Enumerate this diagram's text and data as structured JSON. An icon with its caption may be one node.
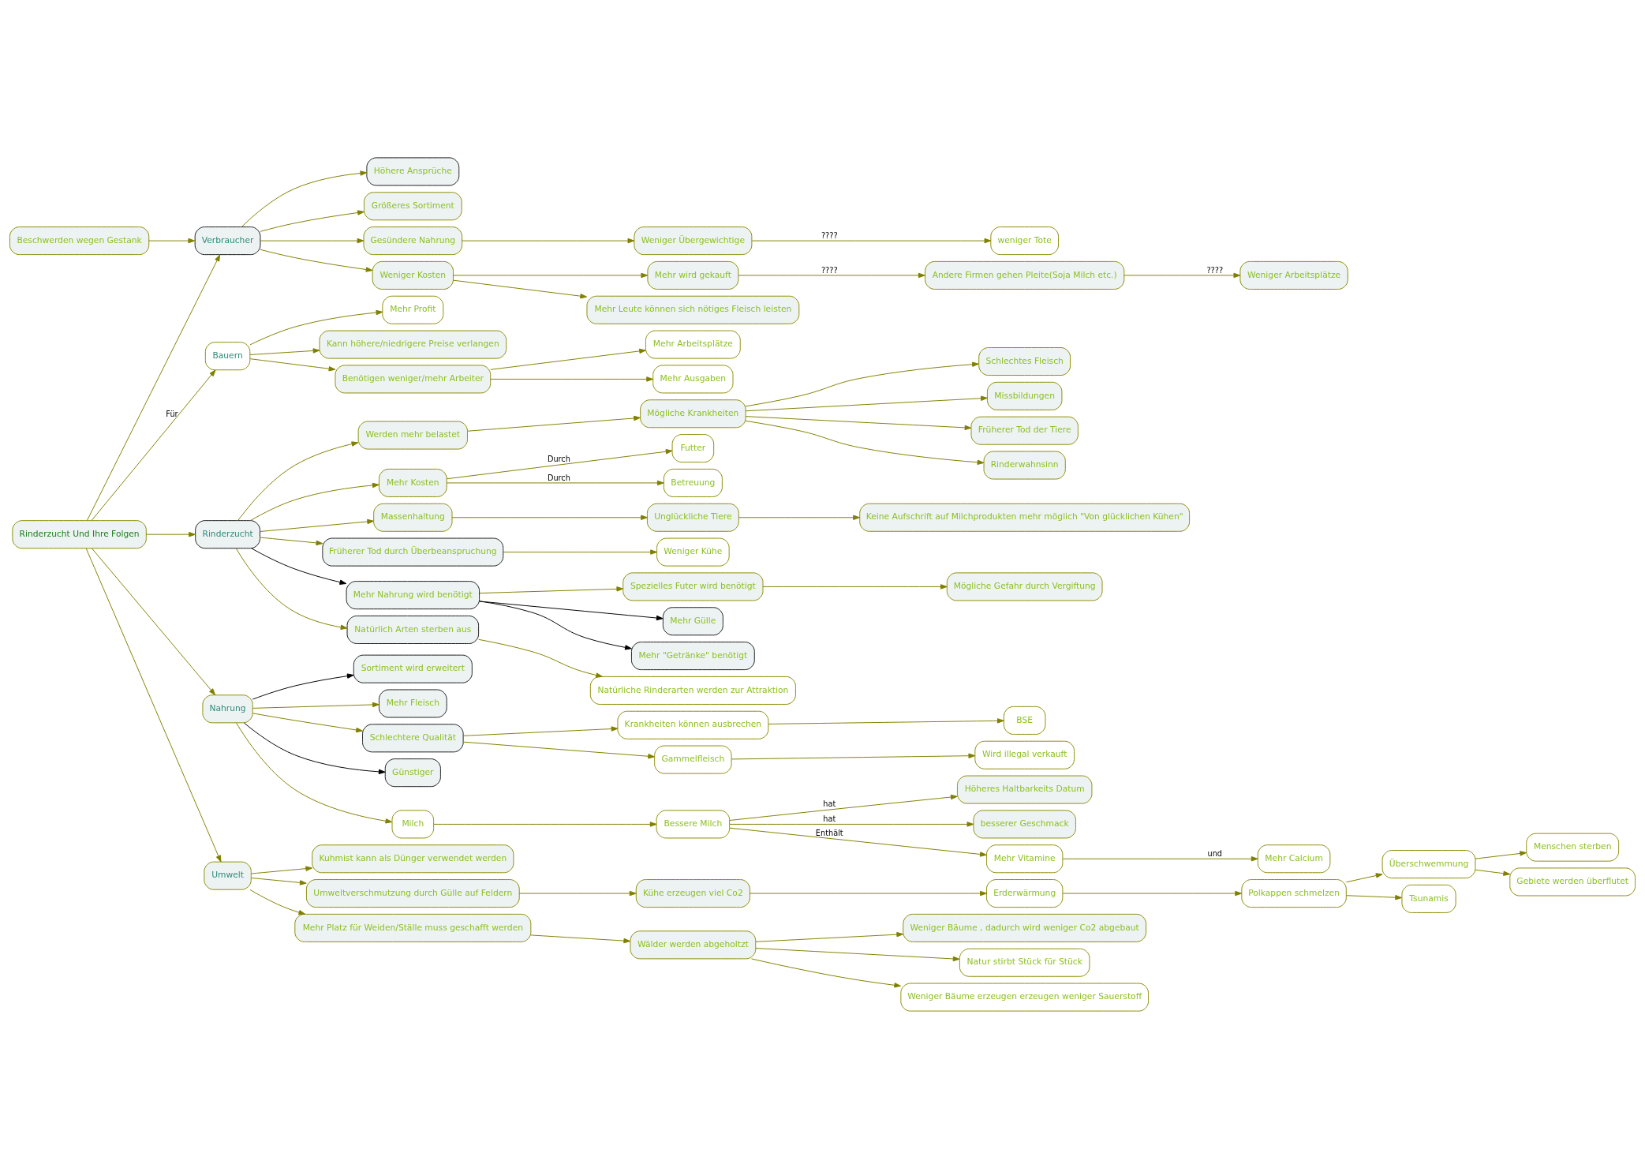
{
  "diagram": {
    "nodes": [
      {
        "text": [
          "Rinderzucht Und Ihre Folgen"
        ]
      },
      {
        "text": [
          "Verbraucher"
        ]
      },
      {
        "text": [
          "Bauern"
        ]
      },
      {
        "text": [
          "Rinderzucht"
        ]
      },
      {
        "text": [
          "Nahrung"
        ]
      },
      {
        "text": [
          "Umwelt"
        ]
      },
      {
        "text": [
          "Höhere Ansprüche"
        ]
      },
      {
        "text": [
          "Größeres Sortiment"
        ]
      },
      {
        "text": [
          "Gesündere Nahrung"
        ]
      },
      {
        "text": [
          "Weniger Kosten"
        ]
      },
      {
        "text": [
          "Beschwerden wegen Gestank"
        ]
      },
      {
        "text": [
          "Weniger Übergewichtige"
        ]
      },
      {
        "text": [
          "Mehr wird gekauft"
        ]
      },
      {
        "text": [
          "Mehr Leute können sich nötiges Fleisch leisten"
        ]
      },
      {
        "text": [
          "weniger Tote"
        ]
      },
      {
        "text": [
          "Andere Firmen gehen Pleite(Soja Milch etc.)"
        ]
      },
      {
        "text": [
          "Weniger Arbeitsplätze"
        ]
      },
      {
        "text": [
          "Mehr Profit"
        ]
      },
      {
        "text": [
          "Kann höhere/niedrigere Preise verlangen"
        ]
      },
      {
        "text": [
          "Benötigen weniger/mehr Arbeiter"
        ]
      },
      {
        "text": [
          "Mehr Arbeitsplätze"
        ]
      },
      {
        "text": [
          "Mehr Ausgaben"
        ]
      },
      {
        "text": [
          "Werden mehr belastet"
        ]
      },
      {
        "text": [
          "Mögliche Krankheiten"
        ]
      },
      {
        "text": [
          "Schlechtes Fleisch"
        ]
      },
      {
        "text": [
          "Missbildungen"
        ]
      },
      {
        "text": [
          "Früherer Tod der Tiere"
        ]
      },
      {
        "text": [
          "Rinderwahnsinn"
        ]
      },
      {
        "text": [
          "Mehr Kosten"
        ]
      },
      {
        "text": [
          "Futter"
        ]
      },
      {
        "text": [
          "Betreuung"
        ]
      },
      {
        "text": [
          "Massenhaltung"
        ]
      },
      {
        "text": [
          "Unglückliche Tiere"
        ]
      },
      {
        "text": [
          "Keine Aufschrift auf Milchprodukten mehr möglich \"Von glücklichen Kühen\""
        ]
      },
      {
        "text": [
          "Früherer Tod durch Überbeanspruchung"
        ]
      },
      {
        "text": [
          "Weniger Kühe"
        ]
      },
      {
        "text": [
          "Mehr Nahrung wird benötigt"
        ]
      },
      {
        "text": [
          "Spezielles Futer wird benötigt"
        ]
      },
      {
        "text": [
          "Mögliche Gefahr durch Vergiftung"
        ]
      },
      {
        "text": [
          "Mehr Gülle"
        ]
      },
      {
        "text": [
          "Mehr \"Getränke\" benötigt"
        ]
      },
      {
        "text": [
          "Natürlich Arten sterben aus"
        ]
      },
      {
        "text": [
          "Natürliche Rinderarten werden zur Attraktion"
        ]
      },
      {
        "text": [
          "Sortiment wird erweitert"
        ]
      },
      {
        "text": [
          "Mehr Fleisch"
        ]
      },
      {
        "text": [
          "Schlechtere Qualität"
        ]
      },
      {
        "text": [
          "Krankheiten können ausbrechen"
        ]
      },
      {
        "text": [
          "BSE"
        ]
      },
      {
        "text": [
          "Gammelfleisch"
        ]
      },
      {
        "text": [
          "Wird illegal verkauft"
        ]
      },
      {
        "text": [
          "Günstiger"
        ]
      },
      {
        "text": [
          "Milch"
        ]
      },
      {
        "text": [
          "Bessere Milch"
        ]
      },
      {
        "text": [
          "Höheres Haltbarkeits Datum"
        ]
      },
      {
        "text": [
          "besserer Geschmack"
        ]
      },
      {
        "text": [
          "Mehr Vitamine"
        ]
      },
      {
        "text": [
          "Mehr Calcium"
        ]
      },
      {
        "text": [
          "Kuhmist kann als Dünger verwendet werden"
        ]
      },
      {
        "text": [
          "Umweltverschmutzung durch Gülle auf Feldern"
        ]
      },
      {
        "text": [
          "Kühe erzeugen viel Co2"
        ]
      },
      {
        "text": [
          "Erderwärmung"
        ]
      },
      {
        "text": [
          "Polkappen schmelzen"
        ]
      },
      {
        "text": [
          "Überschwemmung"
        ]
      },
      {
        "text": [
          "Menschen sterben"
        ]
      },
      {
        "text": [
          "Gebiete werden überflutet"
        ]
      },
      {
        "text": [
          "Tsunamis"
        ]
      },
      {
        "text": [
          "Mehr Platz für Weiden/Ställe muss geschafft werden"
        ]
      },
      {
        "text": [
          "Wälder werden abgeholtzt"
        ]
      },
      {
        "text": [
          "Weniger Bäume , dadurch wird weniger Co2 abgebaut"
        ]
      },
      {
        "text": [
          "Natur stirbt Stück für Stück"
        ]
      },
      {
        "text": [
          "Weniger Bäume erzeugen erzeugen weniger Sauerstoff"
        ]
      }
    ],
    "edges": [
      {
        "from": 0,
        "to": 1,
        "arrow": "to"
      },
      {
        "from": 0,
        "to": 2,
        "arrow": "to",
        "label": "Für"
      },
      {
        "from": 0,
        "to": 3,
        "arrow": "to"
      },
      {
        "from": 0,
        "to": 4,
        "arrow": "to"
      },
      {
        "from": 0,
        "to": 5,
        "arrow": "to"
      },
      {
        "from": 1,
        "to": 6,
        "arrow": "to"
      },
      {
        "from": 1,
        "to": 7,
        "arrow": "to"
      },
      {
        "from": 1,
        "to": 8,
        "arrow": "to"
      },
      {
        "from": 1,
        "to": 9,
        "arrow": "to"
      },
      {
        "from": 10,
        "to": 1,
        "arrow": "to"
      },
      {
        "from": 8,
        "to": 11,
        "arrow": "to"
      },
      {
        "from": 9,
        "to": 12,
        "arrow": "to"
      },
      {
        "from": 9,
        "to": 13,
        "arrow": "to"
      },
      {
        "from": 11,
        "to": 14,
        "arrow": "to",
        "label": "????"
      },
      {
        "from": 12,
        "to": 15,
        "arrow": "to",
        "label": "????"
      },
      {
        "from": 15,
        "to": 16,
        "arrow": "to",
        "label": "????"
      },
      {
        "from": 2,
        "to": 17,
        "arrow": "to"
      },
      {
        "from": 2,
        "to": 18,
        "arrow": "to"
      },
      {
        "from": 2,
        "to": 19,
        "arrow": "to"
      },
      {
        "from": 19,
        "to": 20,
        "arrow": "to"
      },
      {
        "from": 19,
        "to": 21,
        "arrow": "to"
      },
      {
        "from": 3,
        "to": 22,
        "arrow": "to"
      },
      {
        "from": 3,
        "to": 28,
        "arrow": "to"
      },
      {
        "from": 3,
        "to": 31,
        "arrow": "to"
      },
      {
        "from": 3,
        "to": 34,
        "arrow": "to"
      },
      {
        "from": 3,
        "to": 36,
        "arrow": "to",
        "color": "#000000"
      },
      {
        "from": 3,
        "to": 41,
        "arrow": "to"
      },
      {
        "from": 22,
        "to": 23,
        "arrow": "to"
      },
      {
        "from": 23,
        "to": 24,
        "arrow": "to"
      },
      {
        "from": 23,
        "to": 25,
        "arrow": "to"
      },
      {
        "from": 23,
        "to": 26,
        "arrow": "to"
      },
      {
        "from": 23,
        "to": 27,
        "arrow": "to"
      },
      {
        "from": 28,
        "to": 29,
        "arrow": "to",
        "label": "Durch"
      },
      {
        "from": 28,
        "to": 30,
        "arrow": "to",
        "label": "Durch"
      },
      {
        "from": 31,
        "to": 32,
        "arrow": "to"
      },
      {
        "from": 32,
        "to": 33,
        "arrow": "to"
      },
      {
        "from": 34,
        "to": 35,
        "arrow": "to"
      },
      {
        "from": 36,
        "to": 37,
        "arrow": "to"
      },
      {
        "from": 36,
        "to": 39,
        "arrow": "to",
        "color": "#000000"
      },
      {
        "from": 36,
        "to": 40,
        "arrow": "to",
        "color": "#000000"
      },
      {
        "from": 37,
        "to": 38,
        "arrow": "to"
      },
      {
        "from": 41,
        "to": 42,
        "arrow": "to"
      },
      {
        "from": 4,
        "to": 43,
        "arrow": "to",
        "color": "#000000"
      },
      {
        "from": 4,
        "to": 44,
        "arrow": "to"
      },
      {
        "from": 4,
        "to": 45,
        "arrow": "to"
      },
      {
        "from": 4,
        "to": 50,
        "arrow": "to",
        "color": "#000000"
      },
      {
        "from": 4,
        "to": 51,
        "arrow": "to"
      },
      {
        "from": 45,
        "to": 46,
        "arrow": "to"
      },
      {
        "from": 45,
        "to": 48,
        "arrow": "to"
      },
      {
        "from": 46,
        "to": 47,
        "arrow": "to"
      },
      {
        "from": 48,
        "to": 49,
        "arrow": "to"
      },
      {
        "from": 51,
        "to": 52,
        "arrow": "to"
      },
      {
        "from": 52,
        "to": 53,
        "arrow": "to",
        "label": "hat"
      },
      {
        "from": 52,
        "to": 54,
        "arrow": "to",
        "label": "hat"
      },
      {
        "from": 52,
        "to": 55,
        "arrow": "to",
        "label": "Enthält"
      },
      {
        "from": 55,
        "to": 56,
        "arrow": "to",
        "label": "und"
      },
      {
        "from": 5,
        "to": 57,
        "arrow": "to"
      },
      {
        "from": 5,
        "to": 58,
        "arrow": "to"
      },
      {
        "from": 5,
        "to": 66,
        "arrow": "to"
      },
      {
        "from": 58,
        "to": 59,
        "arrow": "to"
      },
      {
        "from": 59,
        "to": 60,
        "arrow": "to"
      },
      {
        "from": 60,
        "to": 61,
        "arrow": "to"
      },
      {
        "from": 61,
        "to": 62,
        "arrow": "to"
      },
      {
        "from": 61,
        "to": 65,
        "arrow": "to"
      },
      {
        "from": 62,
        "to": 63,
        "arrow": "to"
      },
      {
        "from": 62,
        "to": 64,
        "arrow": "to"
      },
      {
        "from": 66,
        "to": 67,
        "arrow": "to"
      },
      {
        "from": 67,
        "to": 68,
        "arrow": "to"
      },
      {
        "from": 67,
        "to": 69,
        "arrow": "to"
      },
      {
        "from": 67,
        "to": 70,
        "arrow": "to"
      }
    ]
  }
}
